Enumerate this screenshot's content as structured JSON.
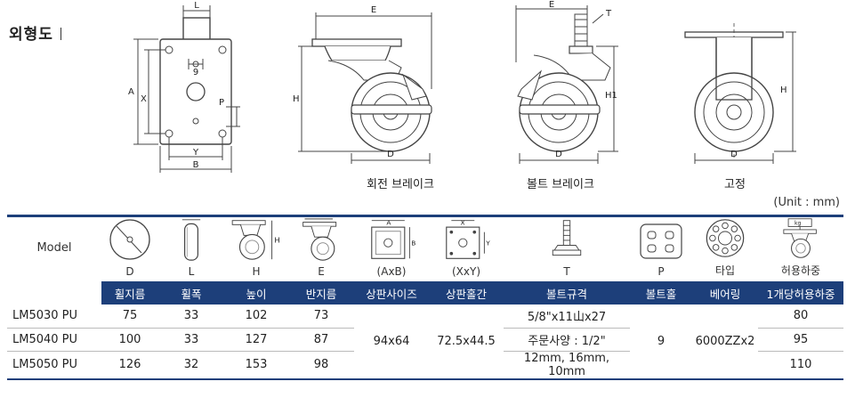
{
  "section_title": "외형도",
  "unit_note": "(Unit : mm)",
  "drawings": {
    "plate": {
      "L": "L",
      "nine": "9",
      "A": "A",
      "X": "X",
      "P": "P",
      "Y": "Y",
      "B": "B"
    },
    "swivel_brake": {
      "caption": "회전 브레이크",
      "E": "E",
      "H": "H",
      "D": "D"
    },
    "bolt_brake": {
      "caption": "볼트 브레이크",
      "E": "E",
      "T": "T",
      "H1": "H1",
      "D": "D"
    },
    "fixed": {
      "caption": "고정",
      "H": "H",
      "D": "D"
    }
  },
  "table": {
    "model_label": "Model",
    "icon_labels": [
      "D",
      "L",
      "H",
      "E",
      "(AxB)",
      "(XxY)",
      "T",
      "P",
      "타입",
      "허용하중"
    ],
    "icon_small": {
      "A": "A",
      "B": "B",
      "X": "X",
      "Y": "Y",
      "H": "H",
      "kg": "kg"
    },
    "headers": [
      "휠지름",
      "휠폭",
      "높이",
      "반지름",
      "상판사이즈",
      "상판홀간",
      "볼트규격",
      "볼트홀",
      "베어링",
      "1개당허용하중"
    ],
    "rows": [
      {
        "model": "LM5030 PU",
        "d": "75",
        "l": "33",
        "h": "102",
        "e": "73",
        "bolt": "5/8\"x11山x27",
        "load": "80"
      },
      {
        "model": "LM5040 PU",
        "d": "100",
        "l": "33",
        "h": "127",
        "e": "87",
        "bolt": "주문사양 : 1/2\"",
        "load": "95"
      },
      {
        "model": "LM5050 PU",
        "d": "126",
        "l": "32",
        "h": "153",
        "e": "98",
        "bolt": "12mm, 16mm, 10mm",
        "load": "110"
      }
    ],
    "merged": {
      "plate_size": "94x64",
      "hole_pitch": "72.5x44.5",
      "bolt_hole": "9",
      "bearing": "6000ZZx2"
    }
  }
}
